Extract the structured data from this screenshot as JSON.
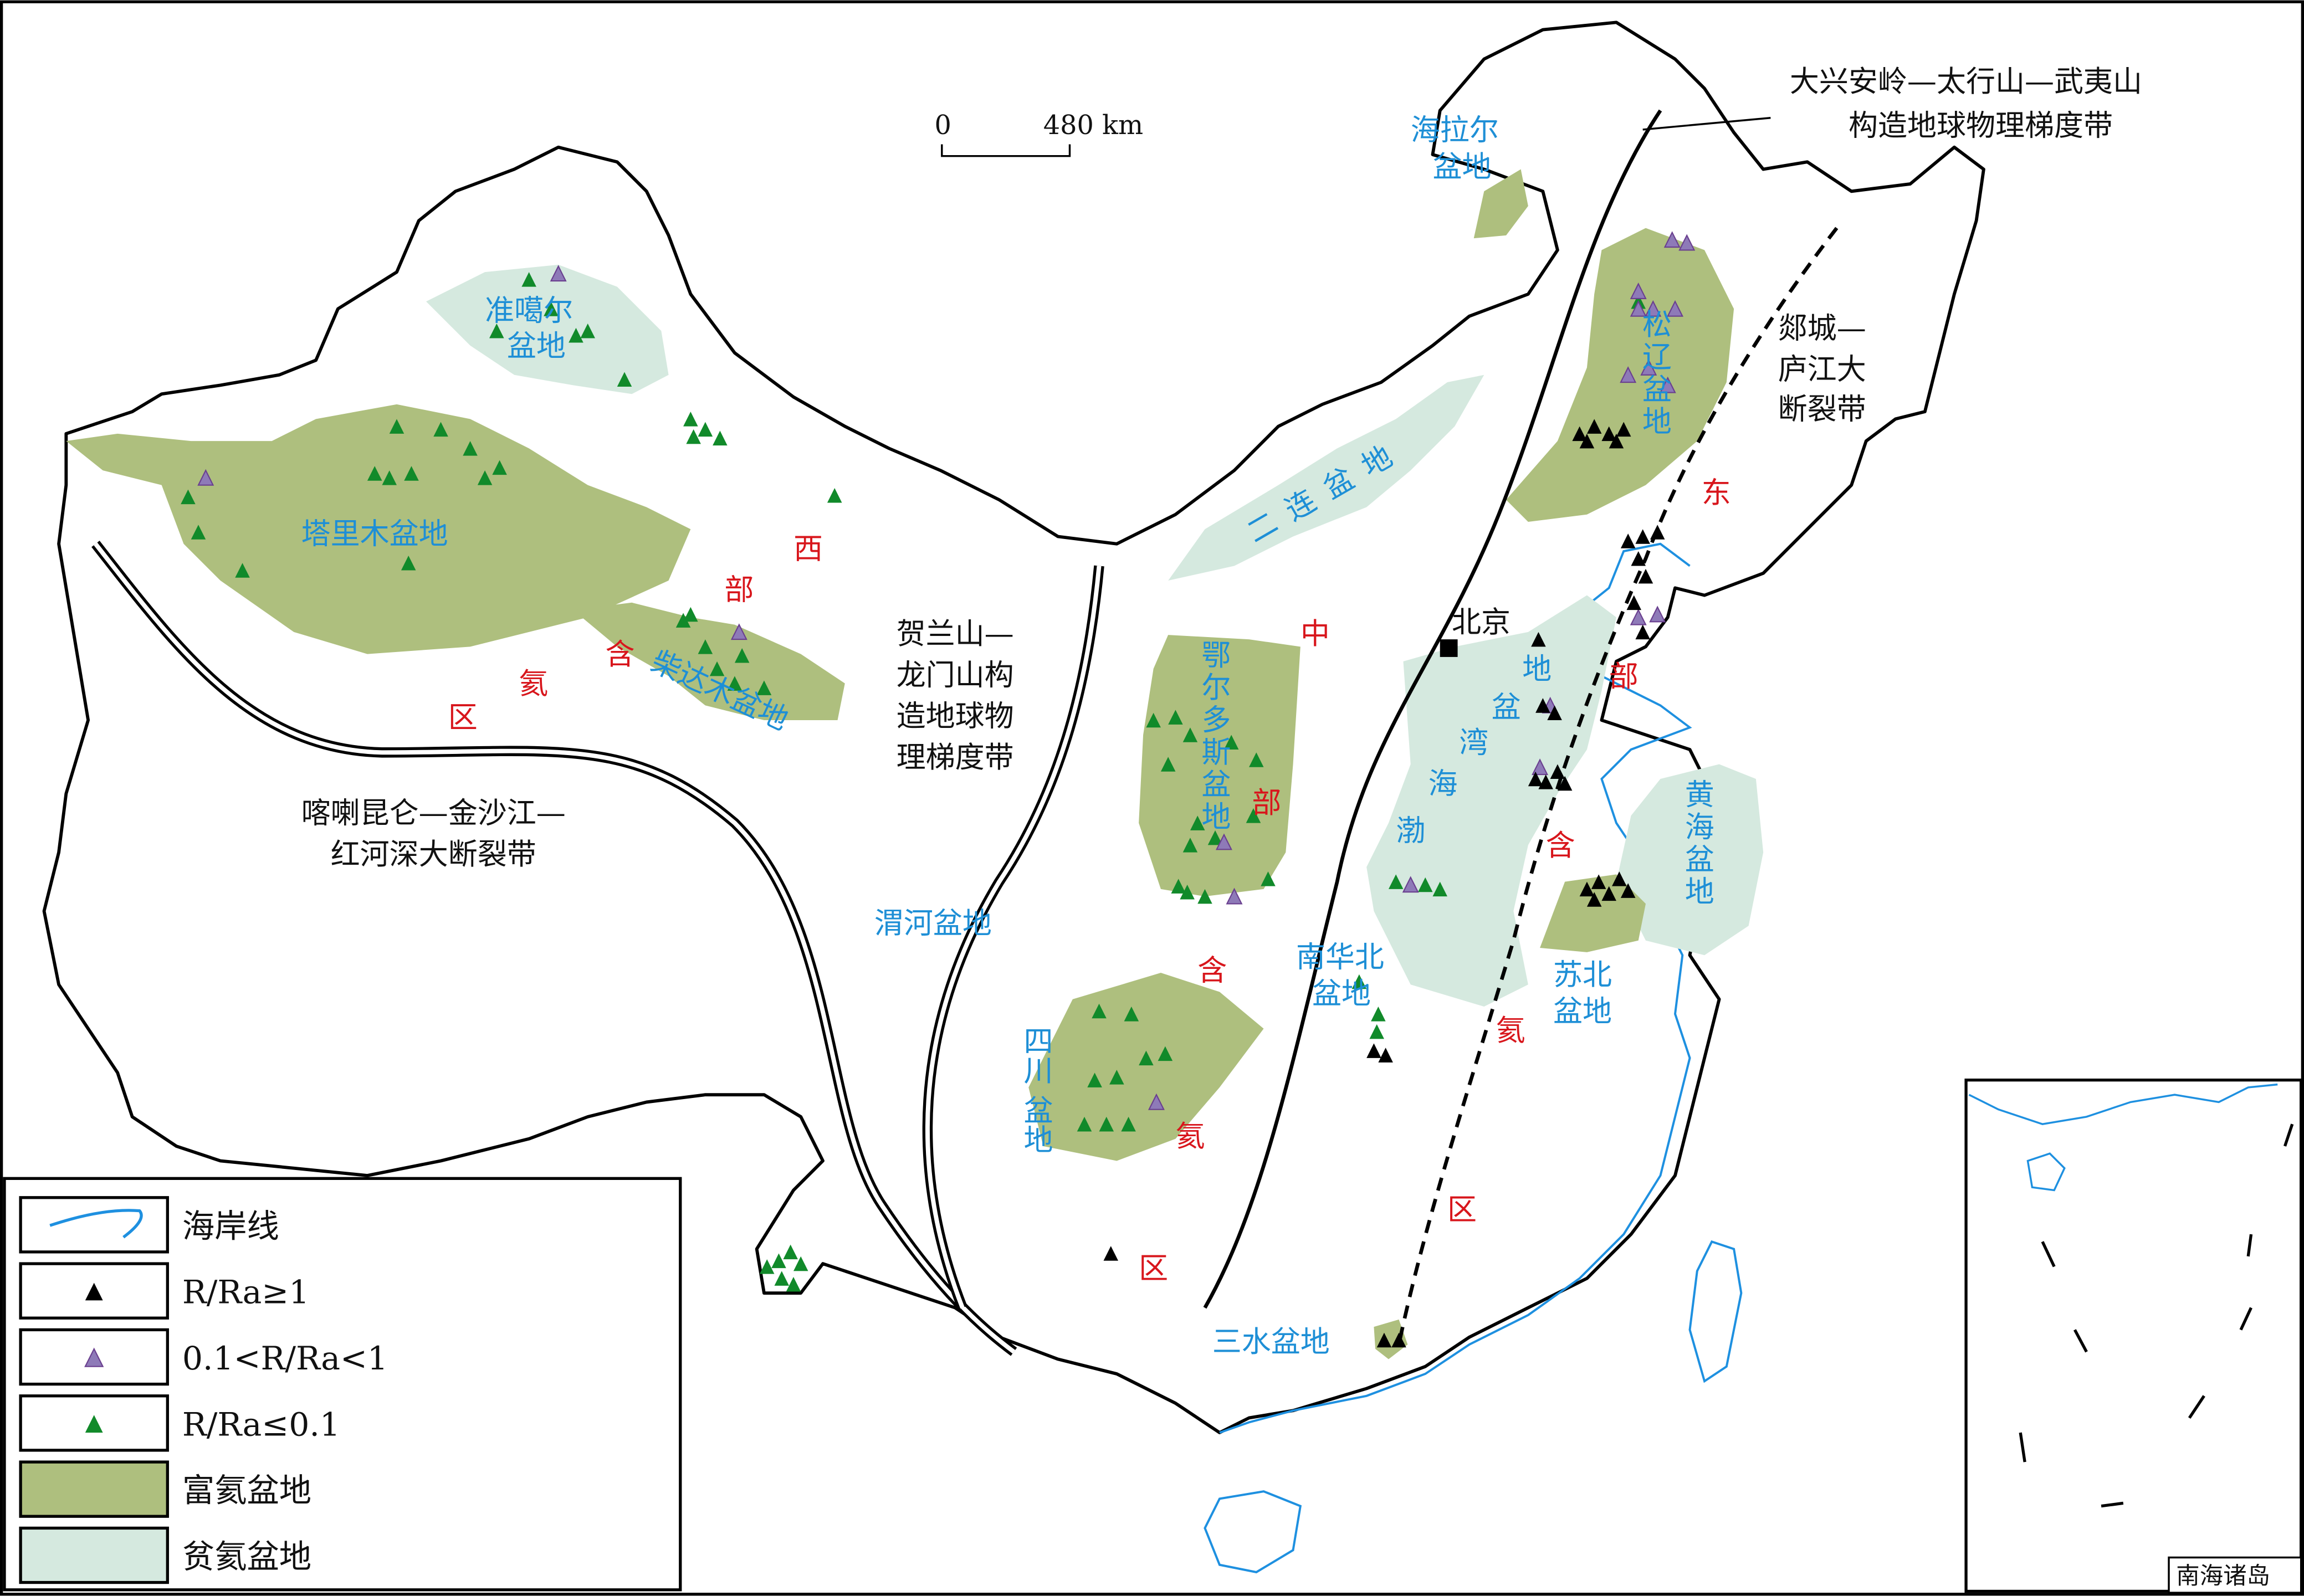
{
  "colors": {
    "rich_basin": "#aebf7e",
    "poor_basin": "#d5e9df",
    "coastline": "#1e90e0",
    "tri_high": "#000000",
    "tri_mid": "#8e7ab8",
    "tri_low": "#118a2a"
  },
  "scale_bar": {
    "zero": "0",
    "distance": "480 km"
  },
  "basins": {
    "junggar": [
      "准噶尔",
      "盆地"
    ],
    "tarim": "塔里木盆地",
    "qaidam": "柴达木盆地",
    "hailar": [
      "海拉尔",
      "盆地"
    ],
    "songliao": "松辽盆地",
    "erlian": "二连盆地",
    "ordos": "鄂尔多斯盆地",
    "weihe": "渭河盆地",
    "sichuan": [
      "四川",
      "盆地"
    ],
    "bohai_bay": "渤海湾盆地",
    "south_north_china": [
      "南华北",
      "盆地"
    ],
    "yellow_sea": "黄海盆地",
    "subei": [
      "苏北",
      "盆地"
    ],
    "sanshui": "三水盆地"
  },
  "zones": {
    "west": [
      "西",
      "部",
      "含",
      "氦",
      "区"
    ],
    "central": [
      "中",
      "部",
      "含",
      "氦",
      "区"
    ],
    "east": [
      "东",
      "部",
      "含",
      "氦",
      "区"
    ]
  },
  "structures": {
    "daxinganling": [
      "大兴安岭—太行山—武夷山",
      "构造地球物理梯度带"
    ],
    "tanlu": [
      "郯城—",
      "庐江大",
      "断裂带"
    ],
    "helanshan": [
      "贺兰山—",
      "龙门山构",
      "造地球物",
      "理梯度带"
    ],
    "kalakunlun": [
      "喀喇昆仑—金沙江—",
      "红河深大断裂带"
    ]
  },
  "city": "北京",
  "inset_label": "南海诸岛",
  "legend": [
    {
      "symbol": "coastline",
      "label": "海岸线"
    },
    {
      "symbol": "triangle-black",
      "label": "R/Ra≥1"
    },
    {
      "symbol": "triangle-purple",
      "label": "0.1<R/Ra<1"
    },
    {
      "symbol": "triangle-green",
      "label": "R/Ra≤0.1"
    },
    {
      "symbol": "swatch-rich",
      "label": "富氦盆地"
    },
    {
      "symbol": "swatch-poor",
      "label": "贫氦盆地"
    }
  ]
}
